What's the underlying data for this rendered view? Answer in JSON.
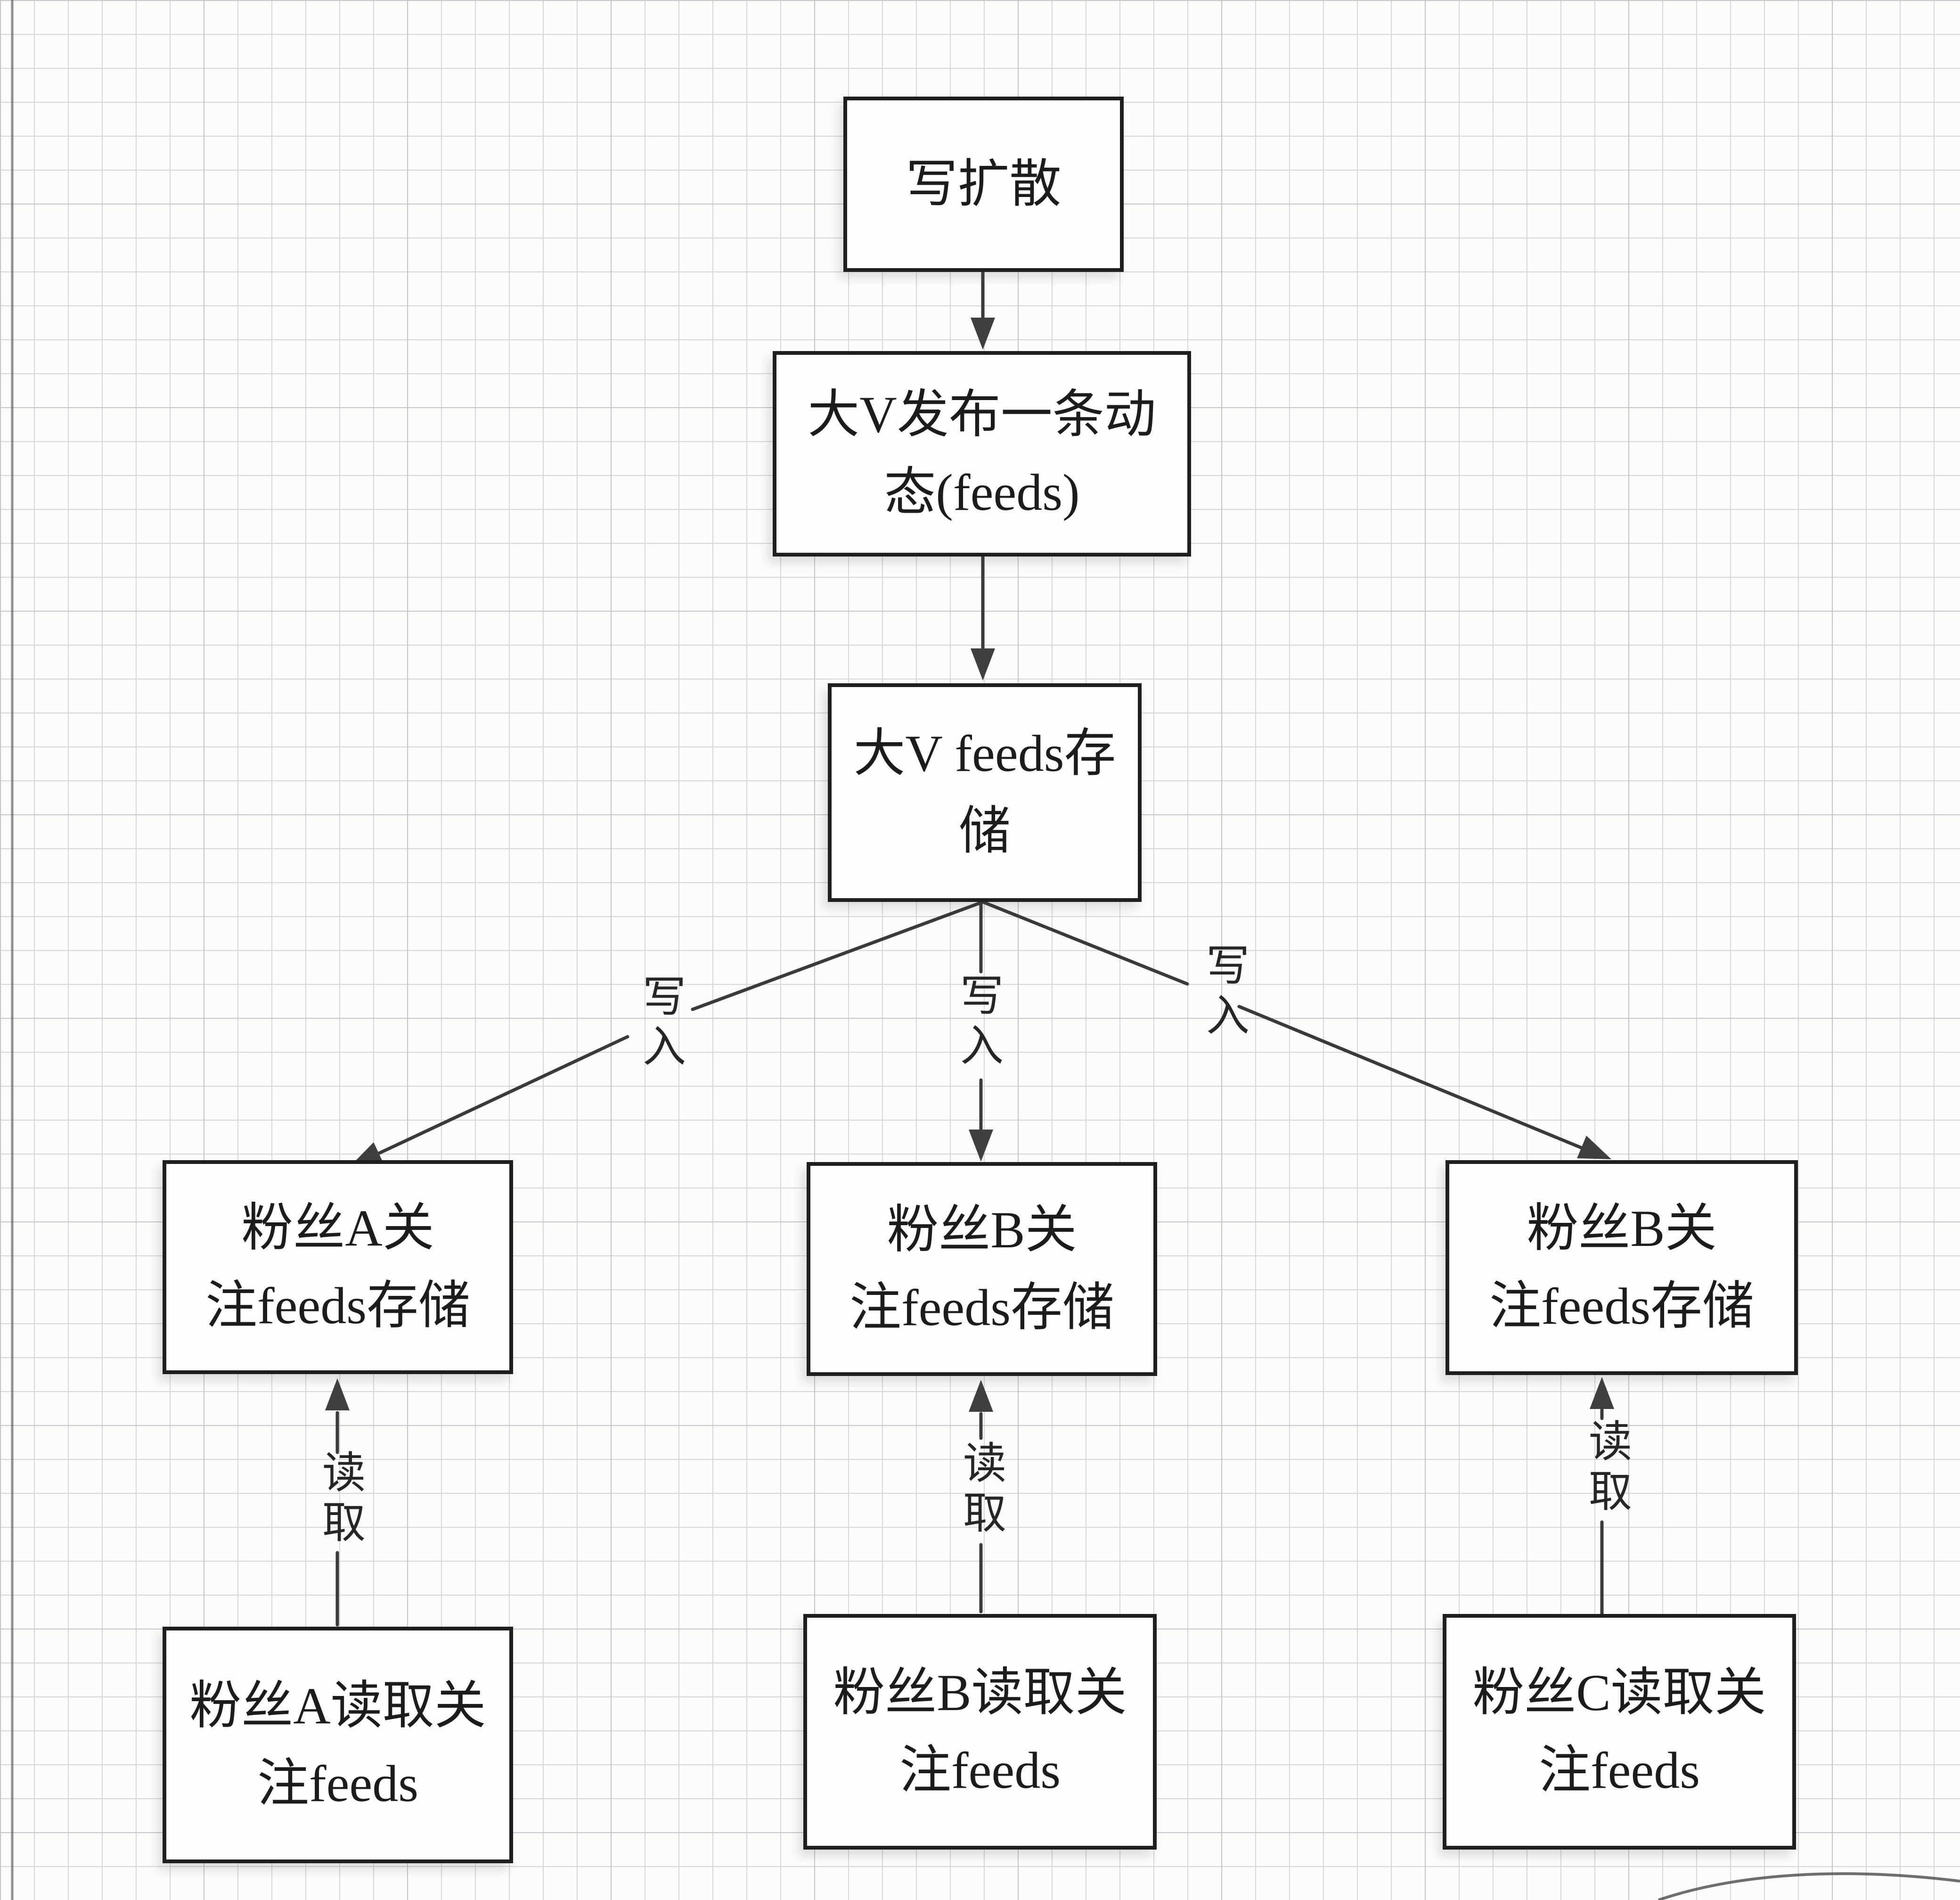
{
  "diagram": {
    "title": "写扩散",
    "paper_color": "#fcfcfb",
    "grid_color": "#d4d7da",
    "ink_color": "#1f1f1f",
    "nodes": [
      {
        "id": "write-fanout",
        "lines": [
          "写扩散"
        ]
      },
      {
        "id": "bigv-publish-feed",
        "lines": [
          "大V发布一条动",
          "态(feeds)"
        ]
      },
      {
        "id": "bigv-feeds-storage",
        "lines": [
          "大V feeds存",
          "储"
        ]
      },
      {
        "id": "fan-a-follow-storage",
        "lines": [
          "粉丝A关",
          "注feeds存储"
        ]
      },
      {
        "id": "fan-b-follow-storage",
        "lines": [
          "粉丝B关",
          "注feeds存储"
        ]
      },
      {
        "id": "fan-b2-follow-storage",
        "lines": [
          "粉丝B关",
          "注feeds存储"
        ]
      },
      {
        "id": "fan-a-read-feeds",
        "lines": [
          "粉丝A读取关",
          "注feeds"
        ]
      },
      {
        "id": "fan-b-read-feeds",
        "lines": [
          "粉丝B读取关",
          "注feeds"
        ]
      },
      {
        "id": "fan-c-read-feeds",
        "lines": [
          "粉丝C读取关",
          "注feeds"
        ]
      }
    ],
    "edges": [
      {
        "id": "write-to-fan-a",
        "label": "写入"
      },
      {
        "id": "write-to-fan-b",
        "label": "写入"
      },
      {
        "id": "write-to-fan-b2",
        "label": "写入"
      },
      {
        "id": "read-by-fan-a",
        "label": "读取"
      },
      {
        "id": "read-by-fan-b",
        "label": "读取"
      },
      {
        "id": "read-by-fan-c",
        "label": "读取"
      }
    ]
  }
}
